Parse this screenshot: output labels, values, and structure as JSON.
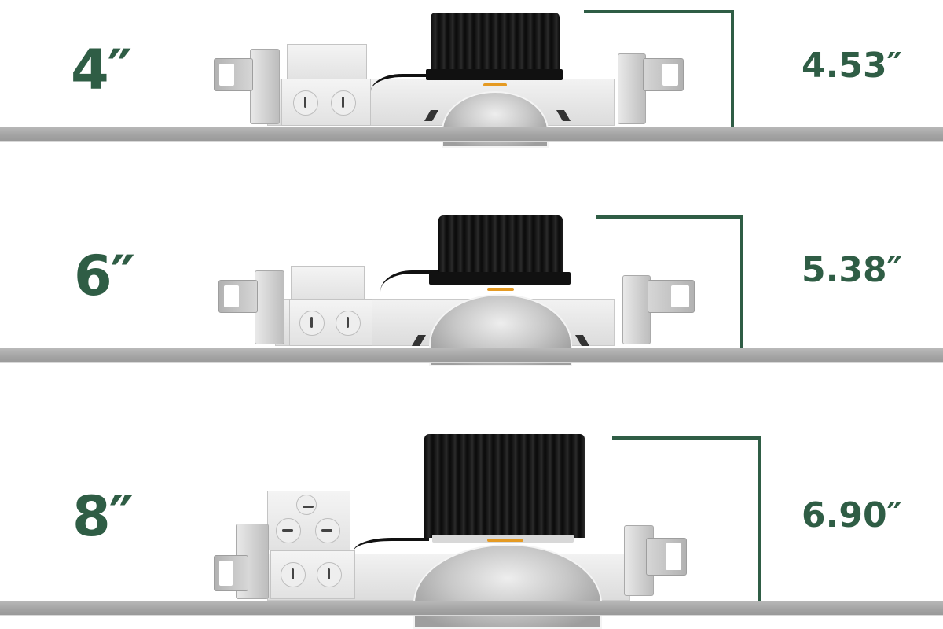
{
  "rows": [
    {
      "aperture_label": "4″",
      "height_label": "4.53″"
    },
    {
      "aperture_label": "6″",
      "height_label": "5.38″"
    },
    {
      "aperture_label": "8″",
      "height_label": "6.90″"
    }
  ],
  "colors": {
    "accent_green": "#2f5d45",
    "ceiling_gray": "#a8a8a8",
    "heatsink_black": "#111111"
  }
}
